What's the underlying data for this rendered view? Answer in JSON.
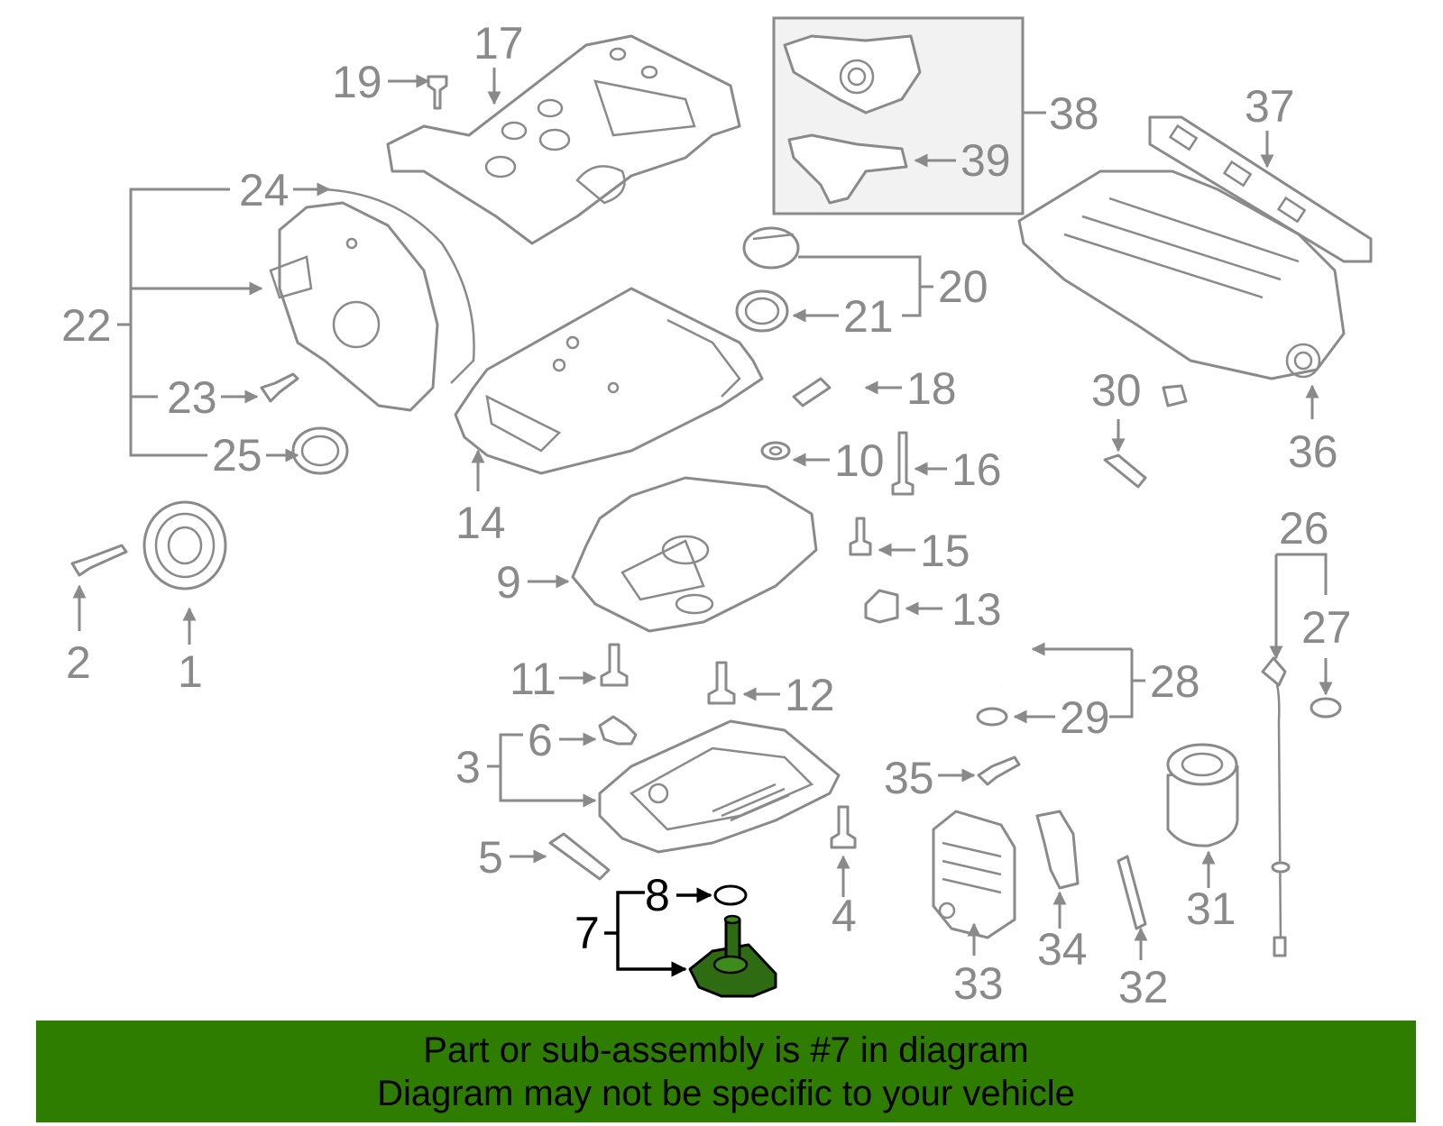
{
  "colors": {
    "line": "#8a8a8a",
    "highlight_fill": "#2e6b12",
    "banner_bg": "#2e7d00",
    "banner_text": "#000000"
  },
  "callouts": {
    "c1": "1",
    "c2": "2",
    "c3": "3",
    "c4": "4",
    "c5": "5",
    "c6": "6",
    "c7": "7",
    "c8": "8",
    "c9": "9",
    "c10": "10",
    "c11": "11",
    "c12": "12",
    "c13": "13",
    "c14": "14",
    "c15": "15",
    "c16": "16",
    "c17": "17",
    "c18": "18",
    "c19": "19",
    "c20": "20",
    "c21": "21",
    "c22": "22",
    "c23": "23",
    "c24": "24",
    "c25": "25",
    "c26": "26",
    "c27": "27",
    "c28": "28",
    "c29": "29",
    "c30": "30",
    "c31": "31",
    "c32": "32",
    "c33": "33",
    "c34": "34",
    "c35": "35",
    "c36": "36",
    "c37": "37",
    "c38": "38",
    "c39": "39"
  },
  "highlighted_part": "7",
  "banner": {
    "line1": "Part or sub-assembly is #7 in diagram",
    "line2": "Diagram may not be specific to your vehicle"
  }
}
